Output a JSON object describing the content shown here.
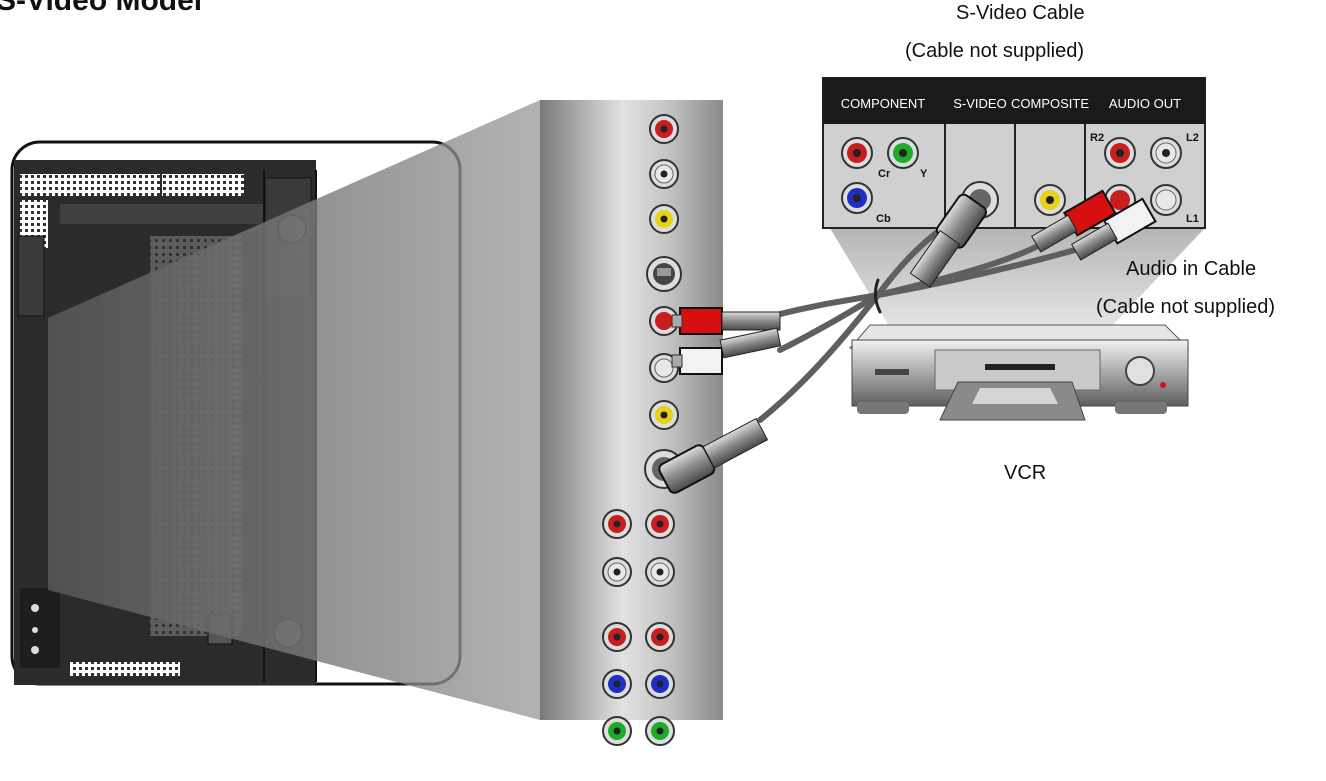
{
  "title": "S-Video Model",
  "labels": {
    "svideo_cable": "S-Video Cable",
    "svideo_cable_note": "(Cable not supplied)",
    "audio_cable": "Audio in Cable",
    "audio_cable_note": "(Cable not supplied)",
    "vcr": "VCR"
  },
  "vcr_panel": {
    "headers": [
      "COMPONENT",
      "S-VIDEO",
      "COMPOSITE",
      "AUDIO OUT"
    ],
    "jack_labels": {
      "cr": "Cr",
      "y": "Y",
      "cb": "Cb",
      "r2": "R2",
      "l2": "L2",
      "l1": "L1"
    }
  },
  "colors": {
    "jack_red": "#c81e1e",
    "jack_white": "#e8e8e8",
    "jack_yellow": "#e6d21a",
    "jack_blue": "#1e2ec8",
    "jack_green": "#1eaa2a",
    "cable": "#6b6b6b",
    "plug_red": "#d61010",
    "plug_white": "#f2f2f2",
    "panel_header": "#1a1a1a"
  }
}
